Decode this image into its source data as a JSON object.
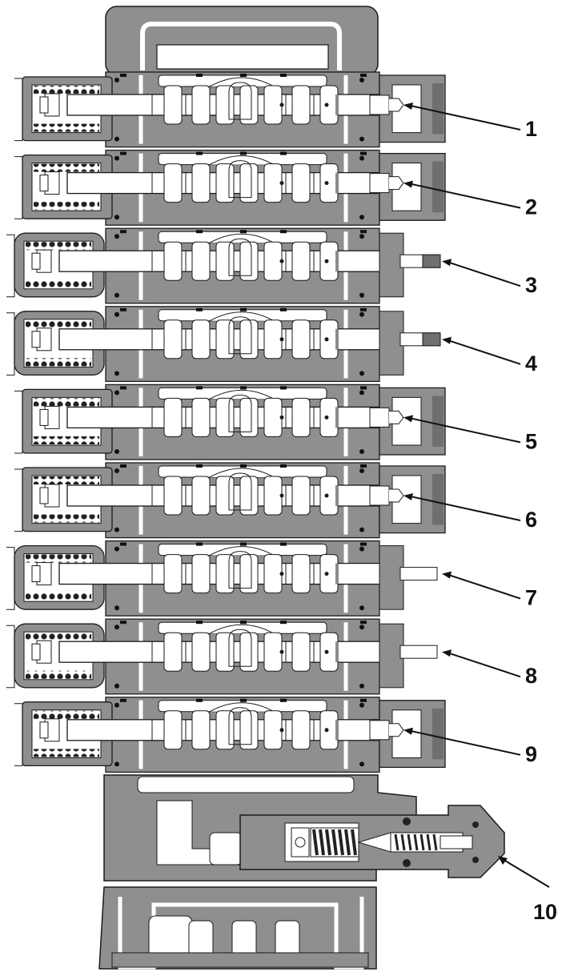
{
  "diagram": {
    "colors": {
      "housing": "#8f8f8f",
      "housing_dark": "#6f6f6f",
      "bore": "#ffffff",
      "line": "#1a1a1a",
      "spring": "#222222"
    },
    "sections": [
      {
        "callout": "1",
        "end_style": "cap"
      },
      {
        "callout": "2",
        "end_style": "cap"
      },
      {
        "callout": "3",
        "end_style": "rod"
      },
      {
        "callout": "4",
        "end_style": "rod"
      },
      {
        "callout": "5",
        "end_style": "cap"
      },
      {
        "callout": "6",
        "end_style": "cap"
      },
      {
        "callout": "7",
        "end_style": "rod"
      },
      {
        "callout": "8",
        "end_style": "rod"
      },
      {
        "callout": "9",
        "end_style": "cap"
      }
    ],
    "relief_valve": {
      "callout": "10"
    }
  }
}
